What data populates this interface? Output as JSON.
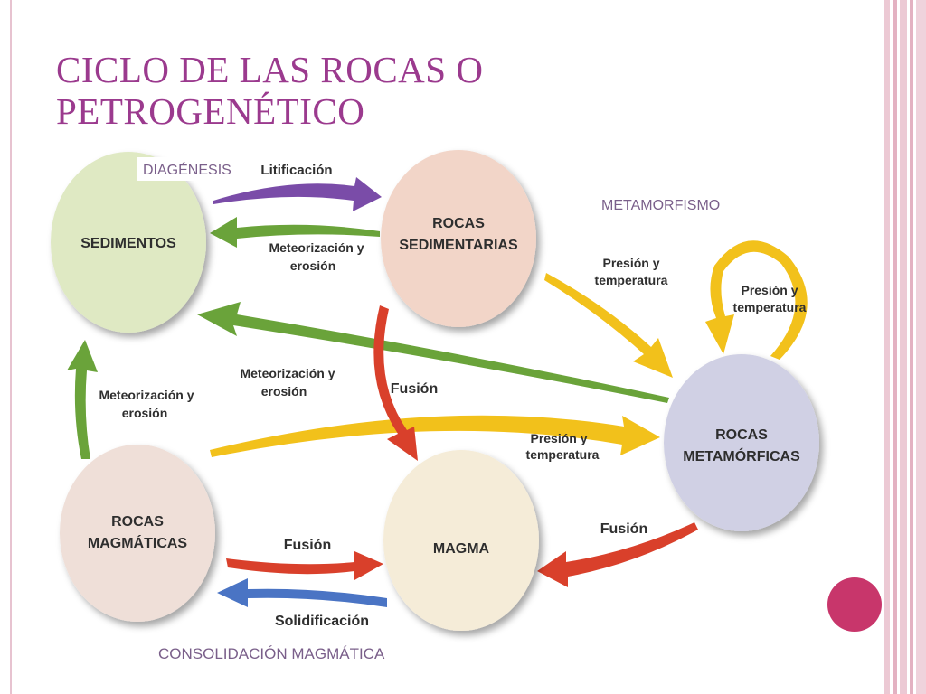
{
  "title": "CICLO DE LAS ROCAS O PETROGENÉTICO",
  "nodes": {
    "sedimentos": {
      "line1": "SEDIMENTOS",
      "color": "#dfe9c3"
    },
    "rocas_sedimentarias": {
      "line1": "ROCAS",
      "line2": "SEDIMENTARIAS",
      "color": "#f2d5c8"
    },
    "rocas_metamorficas": {
      "line1": "ROCAS",
      "line2": "METAMÓRFICAS",
      "color": "#d0d0e4"
    },
    "magma": {
      "line1": "MAGMA",
      "color": "#f5ecd8"
    },
    "rocas_magmaticas": {
      "line1": "ROCAS",
      "line2": "MAGMÁTICAS",
      "color": "#efdfd8"
    }
  },
  "sections": {
    "diagenesis": "DIAGÉNESIS",
    "metamorfismo": "METAMORFISMO",
    "consolidacion": "CONSOLIDACIÓN MAGMÁTICA"
  },
  "labels": {
    "litificacion": "Litificación",
    "meteorizacion_top_1": "Meteorización y",
    "meteorizacion_top_2": "erosión",
    "presion_top_1": "Presión y",
    "presion_top_2": "temperatura",
    "presion_loop_1": "Presión y",
    "presion_loop_2": "temperatura",
    "meteorizacion_mid_1": "Meteorización y",
    "meteorizacion_mid_2": "erosión",
    "fusion_mid": "Fusión",
    "meteorizacion_left_1": "Meteorización y",
    "meteorizacion_left_2": "erosión",
    "presion_mid_1": "Presión y",
    "presion_mid_2": "temperatura",
    "fusion_right": "Fusión",
    "fusion_bottom": "Fusión",
    "solidificacion": "Solidificación"
  },
  "colors": {
    "title": "#9b3a8e",
    "arrow_purple": "#7a4ca8",
    "arrow_green": "#6aa33a",
    "arrow_yellow": "#f2c11b",
    "arrow_red": "#d9402b",
    "arrow_blue": "#4a74c4",
    "accent_dot": "#c8366b",
    "stripe": "#e8bfcc"
  }
}
